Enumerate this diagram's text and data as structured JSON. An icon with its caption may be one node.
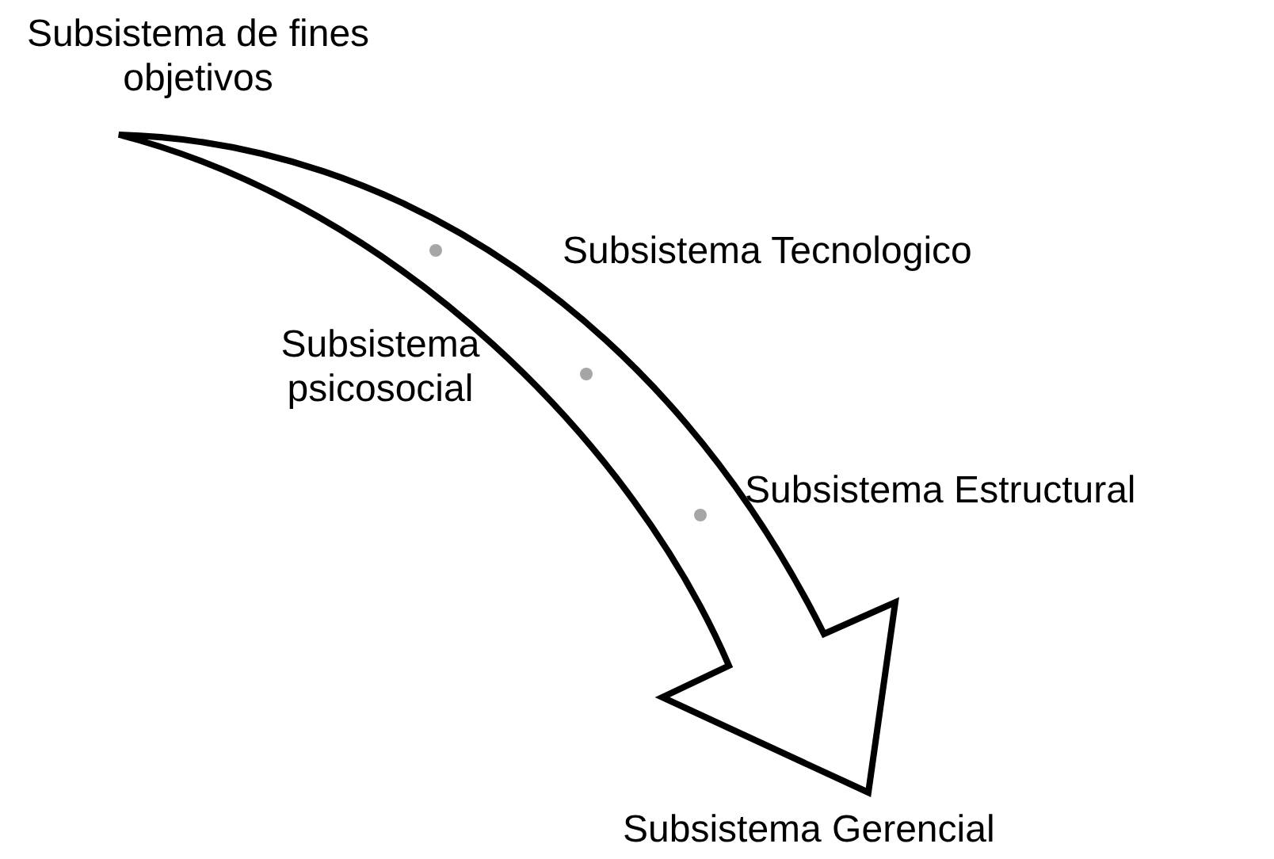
{
  "diagram": {
    "labels": [
      "Subsistema de fines objetivos",
      "Subsistema Tecnologico",
      "Subsistema psicosocial",
      "Subsistema Estructural",
      "Subsistema Gerencial"
    ]
  }
}
